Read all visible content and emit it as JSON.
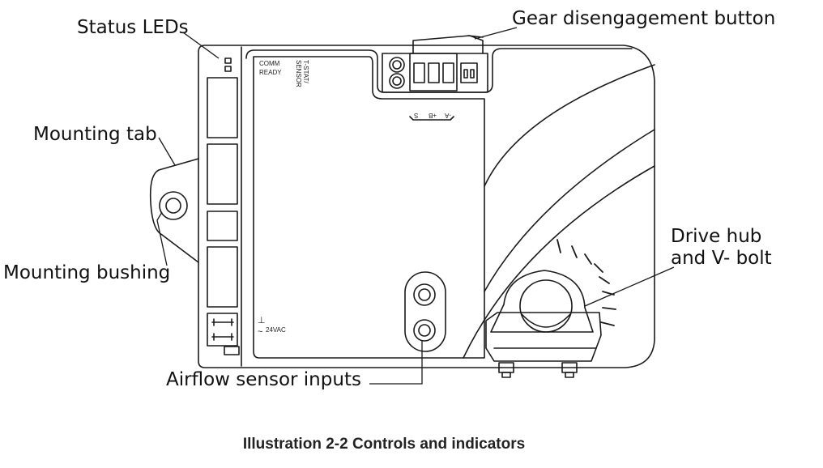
{
  "callouts": {
    "status_leds": "Status LEDs",
    "gear_button": "Gear disengagement button",
    "mounting_tab": "Mounting tab",
    "mounting_bushing": "Mounting bushing",
    "drive_hub_line1": "Drive hub",
    "drive_hub_line2": "and V- bolt",
    "airflow_inputs": "Airflow sensor inputs"
  },
  "device_labels": {
    "comm": "COMM",
    "ready": "READY",
    "tstat": "T-STAT/",
    "sensor": "SENSOR",
    "term_s": "S",
    "term_b": "+B",
    "term_a": "-A",
    "ground_symbol": "⊥",
    "ac_symbol": "~",
    "vac": "24VAC"
  },
  "caption": "Illustration 2-2 Controls and indicators"
}
